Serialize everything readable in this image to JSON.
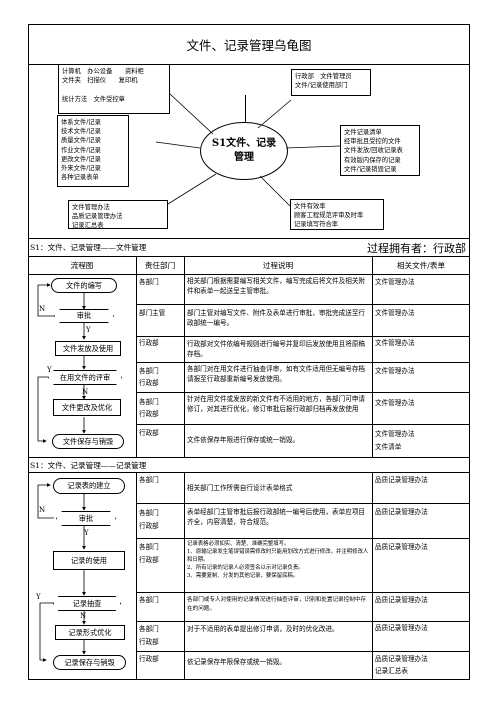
{
  "title": "文件、记录管理乌龟图",
  "turtle": {
    "center": "S1文件、记录\n管理",
    "top_left": "计算机　办公设备　　资料柜\n文件夹　扫描仪　　复印机\n\n统计方法　文件受控章",
    "top_right": "行政部　文件管理员\n文件/记录使用部门",
    "left": "体系文件/记录\n技术文件/记录\n质量文件/记录\n作业文件/记录\n更改文件/记录\n外来文件/记录\n各种记录表单",
    "right": "文件记录清单\n经审批且受控的文件\n文件发放/回收记录表\n有效版内保存的记录\n文件/记录销毁记录",
    "bottom_left": "文件管理办法\n品质记录管理办法\n记录汇总表",
    "bottom_right": "文件有效率\n顾客工程规范评审及时率\n记录填写符合率"
  },
  "section1": {
    "title": "S1：文件、记录管理——文件管理",
    "owner": "过程拥有者：行政部",
    "headers": [
      "流程图",
      "责任部门",
      "过程说明",
      "相关文件/表单"
    ],
    "flow": [
      "文件的编写",
      "审批",
      "文件发放及使用",
      "在用文件的评审",
      "文件更改及优化",
      "文件保存与销毁"
    ],
    "labels": {
      "n1": "N",
      "y1": "Y",
      "y2": "Y",
      "n2": "N"
    },
    "rows": [
      {
        "dept": "各部门",
        "desc": "相关部门根据需要编写相关文件，编写完成后将文件及相关附件和表单一起送呈主管审批。",
        "doc": "文件管理办法"
      },
      {
        "dept": "部门主管",
        "desc": "部门主管对编写文件、附件及表单进行审批，审批完成送至行政部统一编号。",
        "doc": "文件管理办法"
      },
      {
        "dept": "行政部",
        "desc": "行政部对文件依编号规则进行编号并复印后发放使用且将原稿存档。",
        "doc": "文件管理办法"
      },
      {
        "dept": "各部门\n行政部",
        "desc": "各部门对在用文件进行抽查评审，如有文件适用但无编号存档请报至行政部重新编号发放使用。",
        "doc": "文件管理办法"
      },
      {
        "dept": "各部门\n行政部",
        "desc": "针对在用文件或发放的新文件有不适用的地方，各部门可申请修订，对其进行优化，修订审批后报行政部归档再发放使用",
        "doc": "文件管理办法"
      },
      {
        "dept": "行政部",
        "desc": "文件依保存年限进行保存或统一销毁。",
        "doc": "文件管理办法\n文件清单"
      }
    ]
  },
  "section2": {
    "title": "S1：文件、记录管理——记录管理",
    "flow": [
      "记录表的建立",
      "审批",
      "记录的使用",
      "记录抽查",
      "记录形式优化",
      "记录保存与销毁"
    ],
    "labels": {
      "n1": "N",
      "y1": "Y",
      "y2": "Y",
      "n2": "N"
    },
    "rows": [
      {
        "dept": "各部门",
        "desc": "相关部门工作所需自行设计表单格式",
        "doc": "品质记录管理办法"
      },
      {
        "dept": "各部门\n行政部",
        "desc": "表单经部门主管审批后报行政部统一编号后使用，表单应项目齐全，内容清楚，符合规范。",
        "doc": "品质记录管理办法"
      },
      {
        "dept": "各部门\n行政部",
        "desc": "记录表格必须如实、清楚、准确完整填写。\n1、原输记录发生笔误错误需修改时只能用划改方式进行修改，并注明修改人和日期。\n2、所有记录的记录人必须签名以示对记录负责。\n3、需要复制、分发的其他记录，要保留底稿。",
        "doc": "品质记录管理办法"
      },
      {
        "dept": "各部门",
        "desc": "各部门或专人对使用的记录情况进行抽查评审，识别和处置记录控制中存在的问题。",
        "doc": "品质记录管理办法"
      },
      {
        "dept": "各部门\n行政部",
        "desc": "对于不适用的表单提出修订申请，及时的优化改进。",
        "doc": "品质记录管理办法"
      },
      {
        "dept": "行政部",
        "desc": "依记录保存年限保存或统一销毁。",
        "doc": "品质记录管理办法\n记录汇总表"
      }
    ]
  }
}
